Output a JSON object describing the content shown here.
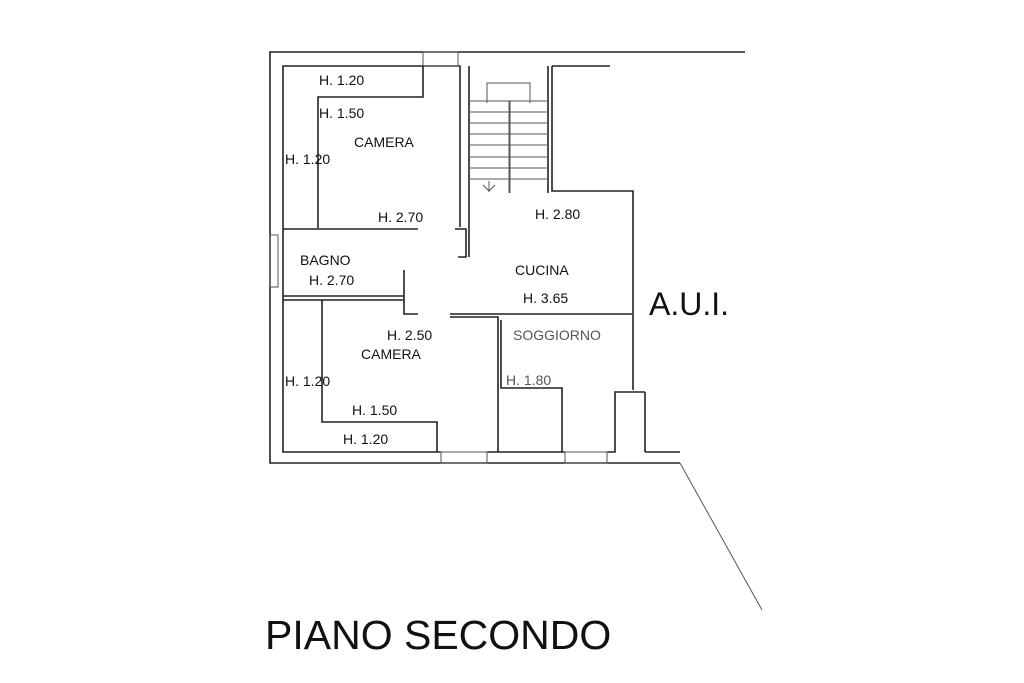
{
  "plan": {
    "title": "PIANO SECONDO",
    "adjacent_unit": "A.U.I.",
    "rooms": {
      "camera_top": {
        "name": "CAMERA",
        "heights": [
          "H. 1.20",
          "H. 1.50",
          "H. 1.20",
          "H. 2.70"
        ]
      },
      "bagno": {
        "name": "BAGNO",
        "height": "H. 2.70"
      },
      "cucina": {
        "name": "CUCINA",
        "heights": [
          "H. 2.80",
          "H. 3.65"
        ]
      },
      "soggiorno": {
        "name": "SOGGIORNO",
        "height": "H. 1.80"
      },
      "camera_bottom": {
        "name": "CAMERA",
        "heights": [
          "H. 2.50",
          "H. 1.20",
          "H. 1.50",
          "H. 1.20"
        ]
      }
    }
  }
}
